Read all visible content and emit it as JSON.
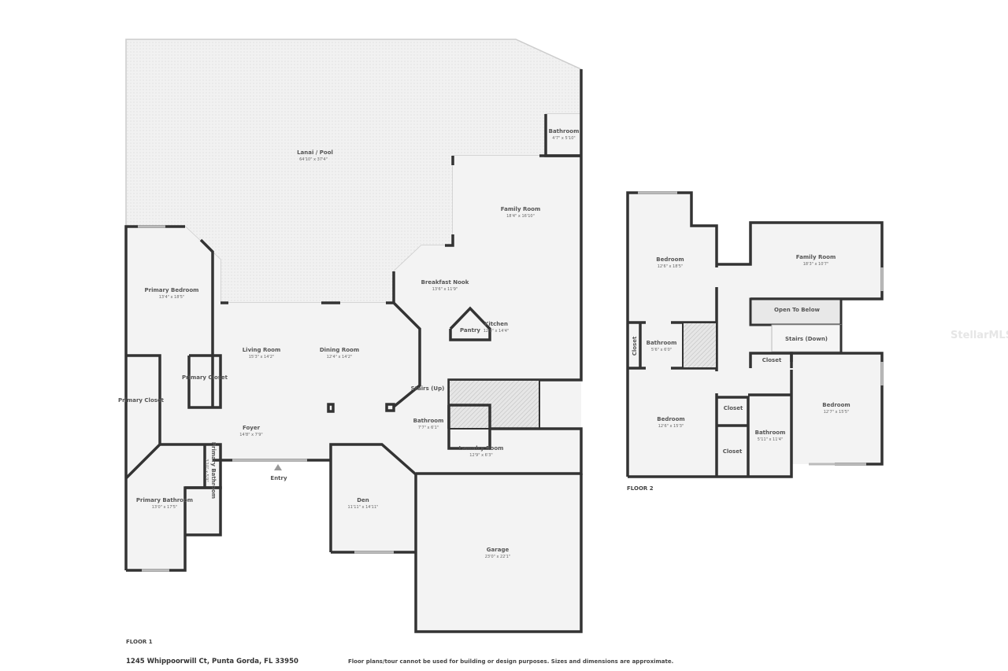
{
  "floor1": {
    "label": "FLOOR 1",
    "entry": "Entry",
    "rooms": [
      {
        "name": "Lanai / Pool",
        "dims": "64'10\" x 37'4\""
      },
      {
        "name": "Bathroom",
        "dims": "4'7\" x 5'10\""
      },
      {
        "name": "Family Room",
        "dims": "18'4\" x 16'10\""
      },
      {
        "name": "Primary Bedroom",
        "dims": "13'4\" x 18'5\""
      },
      {
        "name": "Breakfast Nook",
        "dims": "13'6\" x 11'9\""
      },
      {
        "name": "Pantry",
        "dims": ""
      },
      {
        "name": "Kitchen",
        "dims": "12'8\" x 14'4\""
      },
      {
        "name": "Living Room",
        "dims": "15'3\" x 14'2\""
      },
      {
        "name": "Dining Room",
        "dims": "12'4\" x 14'2\""
      },
      {
        "name": "Primary Closet",
        "dims": ""
      },
      {
        "name": "Primary Closet",
        "dims": ""
      },
      {
        "name": "Stairs (Up)",
        "dims": ""
      },
      {
        "name": "Bathroom",
        "dims": "7'7\" x 6'1\""
      },
      {
        "name": "Foyer",
        "dims": "14'8\" x 7'9\""
      },
      {
        "name": "Laundry Room",
        "dims": "12'9\" x 6'3\""
      },
      {
        "name": "Primary Bathroom",
        "dims": "3'10\" x 5'9\""
      },
      {
        "name": "Primary Bathroom",
        "dims": "13'0\" x 17'5\""
      },
      {
        "name": "Den",
        "dims": "11'11\" x 14'11\""
      },
      {
        "name": "Garage",
        "dims": "23'0\" x 22'1\""
      }
    ]
  },
  "floor2": {
    "label": "FLOOR 2",
    "rooms": [
      {
        "name": "Bedroom",
        "dims": "12'6\" x 18'5\""
      },
      {
        "name": "Family Room",
        "dims": "18'3\" x 10'7\""
      },
      {
        "name": "Open To Below",
        "dims": ""
      },
      {
        "name": "Stairs (Down)",
        "dims": ""
      },
      {
        "name": "Closet",
        "dims": ""
      },
      {
        "name": "Bathroom",
        "dims": "5'6\" x 6'0\""
      },
      {
        "name": "Closet",
        "dims": ""
      },
      {
        "name": "Bedroom",
        "dims": "12'6\" x 15'3\""
      },
      {
        "name": "Closet",
        "dims": ""
      },
      {
        "name": "Closet",
        "dims": ""
      },
      {
        "name": "Bathroom",
        "dims": "5'11\" x 11'4\""
      },
      {
        "name": "Bedroom",
        "dims": "12'7\" x 15'5\""
      }
    ]
  },
  "footer": {
    "address": "1245 Whippoorwill Ct, Punta Gorda, FL 33950",
    "disclaimer": "Floor plans/tour cannot be used for building or design purposes. Sizes and dimensions are approximate."
  },
  "watermark": "StellarMLS",
  "colors": {
    "wall": "#333333",
    "floor": "#f3f3f3",
    "background": "#ffffff"
  }
}
